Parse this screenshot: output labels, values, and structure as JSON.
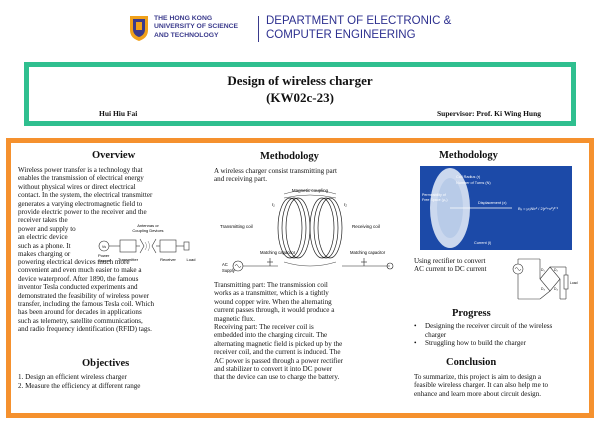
{
  "header": {
    "university_lines": [
      "THE HONG KONG",
      "UNIVERSITY OF SCIENCE",
      "AND TECHNOLOGY"
    ],
    "department_lines": [
      "DEPARTMENT OF ELECTRONIC &",
      "COMPUTER ENGINEERING"
    ],
    "logo_icon": "hkust-logo-icon"
  },
  "title": {
    "main": "Design of wireless charger",
    "code": "(KW02c-23)",
    "author": "Hui Hiu Fai",
    "supervisor": "Supervisor: Prof. Ki Wing Hung"
  },
  "overview": {
    "heading": "Overview",
    "top_lines": [
      "Wireless power transfer is a technology that",
      "enables the transmission of electrical energy",
      "without physical wires or direct electrical",
      "contact. In the system, the electrical transmitter",
      "generates a varying electromagnetic field to",
      "provide electric power to the receiver and the",
      "receiver takes the"
    ],
    "wrap_lines": [
      "power and supply to",
      "an electric device",
      "such as a phone. It",
      "makes charging or"
    ],
    "bottom_lines": [
      "powering electrical devices much more",
      "convenient and even much easier to make a",
      "device waterproof. After 1890, the famous",
      "inventor Tesla conducted experiments and",
      "demonstrated the feasibility of wireless power",
      "transfer, including the famous Tesla coil. Which",
      "has been around for decades in applications",
      "such as telemetry, satellite communications,",
      "and radio frequency identification (RFID) tags."
    ],
    "figure": {
      "antennas": "Antennas or",
      "coupling": "Coupling Devices",
      "power": "Power",
      "source": "Source",
      "transmitter": "Transmitter",
      "receiver": "Receiver",
      "load": "Load",
      "vs": "Vs"
    }
  },
  "objectives": {
    "heading": "Objectives",
    "items": [
      "1.   Design an efficient wireless charger",
      "2.   Measure the efficiency at different range"
    ]
  },
  "methodology1": {
    "heading": "Methodology",
    "intro_lines": [
      "A wireless charger consist transmitting part",
      "and receiving part."
    ],
    "body_lines": [
      "Transmitting part: The transmission coil",
      "works as a transmitter, which is a tightly",
      "wound copper wire. When the alternating",
      "current passes through, it would produce a",
      "magnetic flux.",
      "Receiving part: The receiver coil is",
      "embedded into the charging circuit. The",
      "alternating magnetic field is picked up by the",
      "receiver coil, and the current is induced. The",
      "AC power is passed through a power rectifier",
      "and stabilizer to convert it into DC power",
      "that the device can use to charge the battery."
    ],
    "figure": {
      "magnetic_coupling": "Magnetic coupling",
      "i1": "I₁",
      "i2": "I₂",
      "transmitting_coil": "Transmitting coil",
      "receiving_coil": "Receiving coil",
      "matching_capacitor_left": "Matching capacitor",
      "matching_capacitor_right": "Matching capacitor",
      "ac": "AC",
      "supply": "Supply"
    }
  },
  "methodology2": {
    "heading": "Methodology",
    "coil_figure": {
      "coil_radius": "Coil Radius (r)",
      "turns": "Number of Turns (N)",
      "permeability_1": "Permeability of",
      "permeability_2": "Free Space (μ₀)",
      "displacement": "Displacement (x)",
      "current": "Current (I)",
      "formula": "Bₓ = μ₀NIr² / 2(r²+x²)³ᐟ²"
    },
    "rectifier_lines": [
      "Using rectifier to convert",
      "AC current to DC current"
    ],
    "rectifier_figure": {
      "d1": "D₁",
      "d2": "D₂",
      "d3": "D₃",
      "d4": "D₄",
      "load": "Load"
    }
  },
  "progress": {
    "heading": "Progress",
    "items": [
      [
        "Designing the receiver circuit of the wireless",
        "charger"
      ],
      [
        "Struggling how to build the charger"
      ]
    ]
  },
  "conclusion": {
    "heading": "Conclusion",
    "lines": [
      "To summarize, this project is aim to design a",
      "feasible wireless charger. It can also help me to",
      "enhance and learn more about circuit design."
    ]
  },
  "colors": {
    "title_border": "#2fbf8f",
    "main_border": "#f5912e",
    "department_text": "#2e3190",
    "coil_field": "#1c4aa8"
  }
}
